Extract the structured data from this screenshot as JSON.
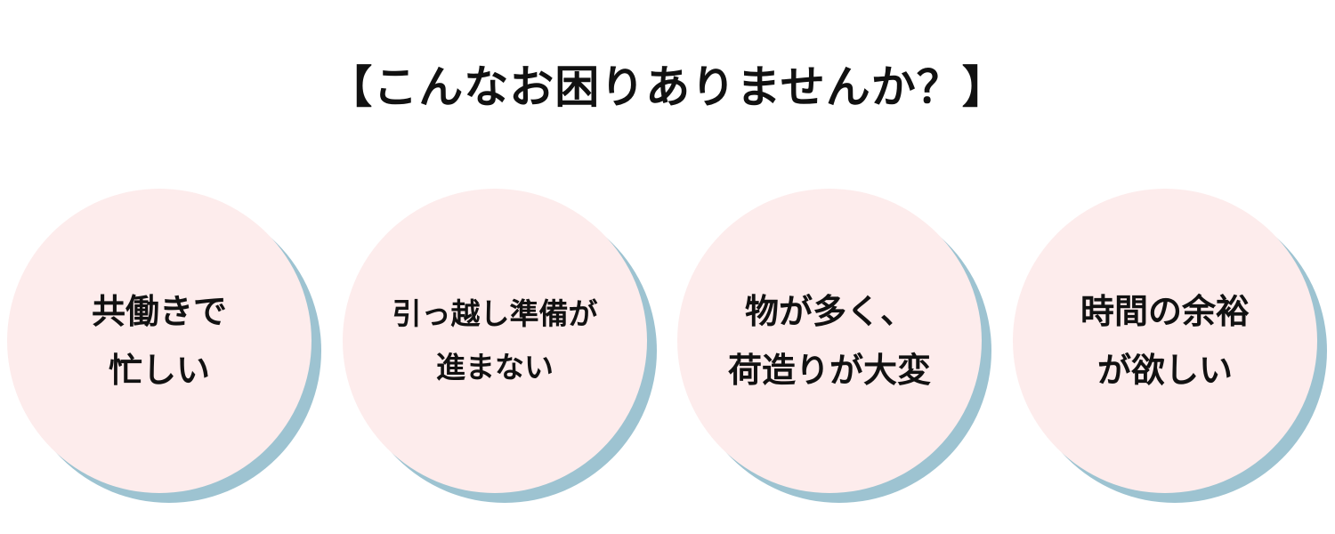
{
  "title": "【こんなお困りありませんか？】",
  "colors": {
    "circle_fill": "#fdecec",
    "circle_shadow": "#9dc3d1",
    "text": "#111111"
  },
  "items": [
    {
      "lines": [
        "共働きで",
        "忙しい"
      ]
    },
    {
      "lines": [
        "引っ越し準備が",
        "進まない"
      ]
    },
    {
      "lines": [
        "物が多く、",
        "荷造りが大変"
      ]
    },
    {
      "lines": [
        "時間の余裕",
        "が欲しい"
      ]
    }
  ]
}
